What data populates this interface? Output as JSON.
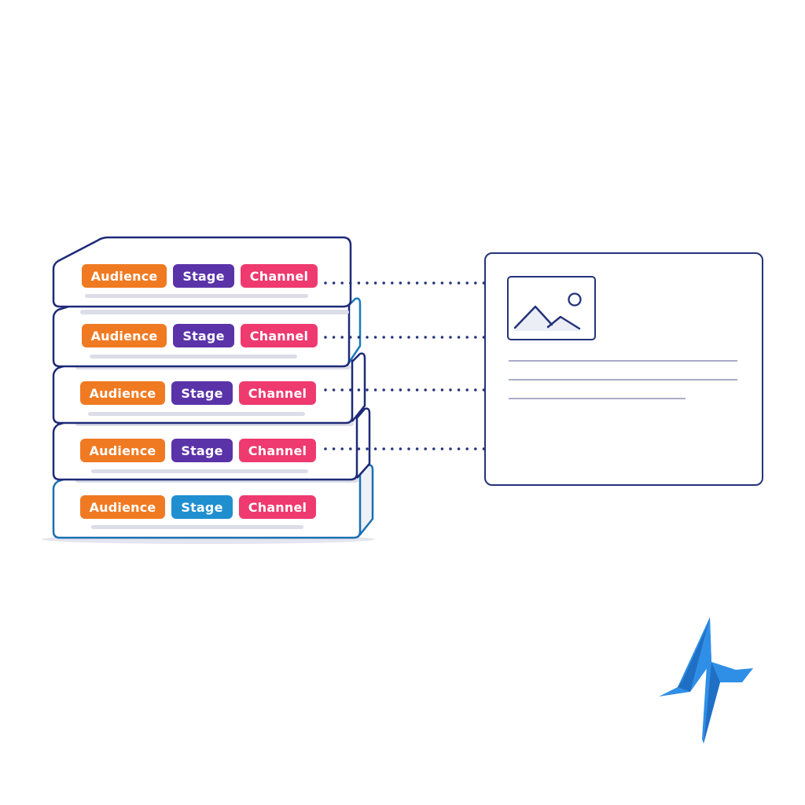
{
  "diagram": {
    "description": "Stack of content records tagged with Audience / Stage / Channel, each linked by dotted connectors to a single content asset card",
    "stack": {
      "cards": [
        {
          "id": 1,
          "tags": {
            "audience": "Audience",
            "stage": "Stage",
            "channel": "Channel"
          },
          "stage_color": "#5a33a8",
          "border_color": "#1e2a78",
          "connected": true
        },
        {
          "id": 2,
          "tags": {
            "audience": "Audience",
            "stage": "Stage",
            "channel": "Channel"
          },
          "stage_color": "#5a33a8",
          "border_color": "#1e2a78",
          "connected": true
        },
        {
          "id": 3,
          "tags": {
            "audience": "Audience",
            "stage": "Stage",
            "channel": "Channel"
          },
          "stage_color": "#5a33a8",
          "border_color": "#1e2a78",
          "connected": true
        },
        {
          "id": 4,
          "tags": {
            "audience": "Audience",
            "stage": "Stage",
            "channel": "Channel"
          },
          "stage_color": "#5a33a8",
          "border_color": "#1e2a78",
          "connected": true
        },
        {
          "id": 5,
          "tags": {
            "audience": "Audience",
            "stage": "Stage",
            "channel": "Channel"
          },
          "stage_color": "#1f8fd0",
          "border_color": "#1a6fb0",
          "connected": false
        }
      ]
    },
    "asset_card": {
      "image_placeholder_icon": "image-icon",
      "text_lines": 3
    },
    "logo_icon": "pulse-logo-icon",
    "colors": {
      "audience": "#f07a22",
      "stage": "#5a33a8",
      "stage_alt": "#1f8fd0",
      "channel": "#ee3a6f",
      "outline": "#1e2a78",
      "connector": "#25337a",
      "placeholder_line": "#a9acc6",
      "logo": "#2f8fe6"
    }
  }
}
